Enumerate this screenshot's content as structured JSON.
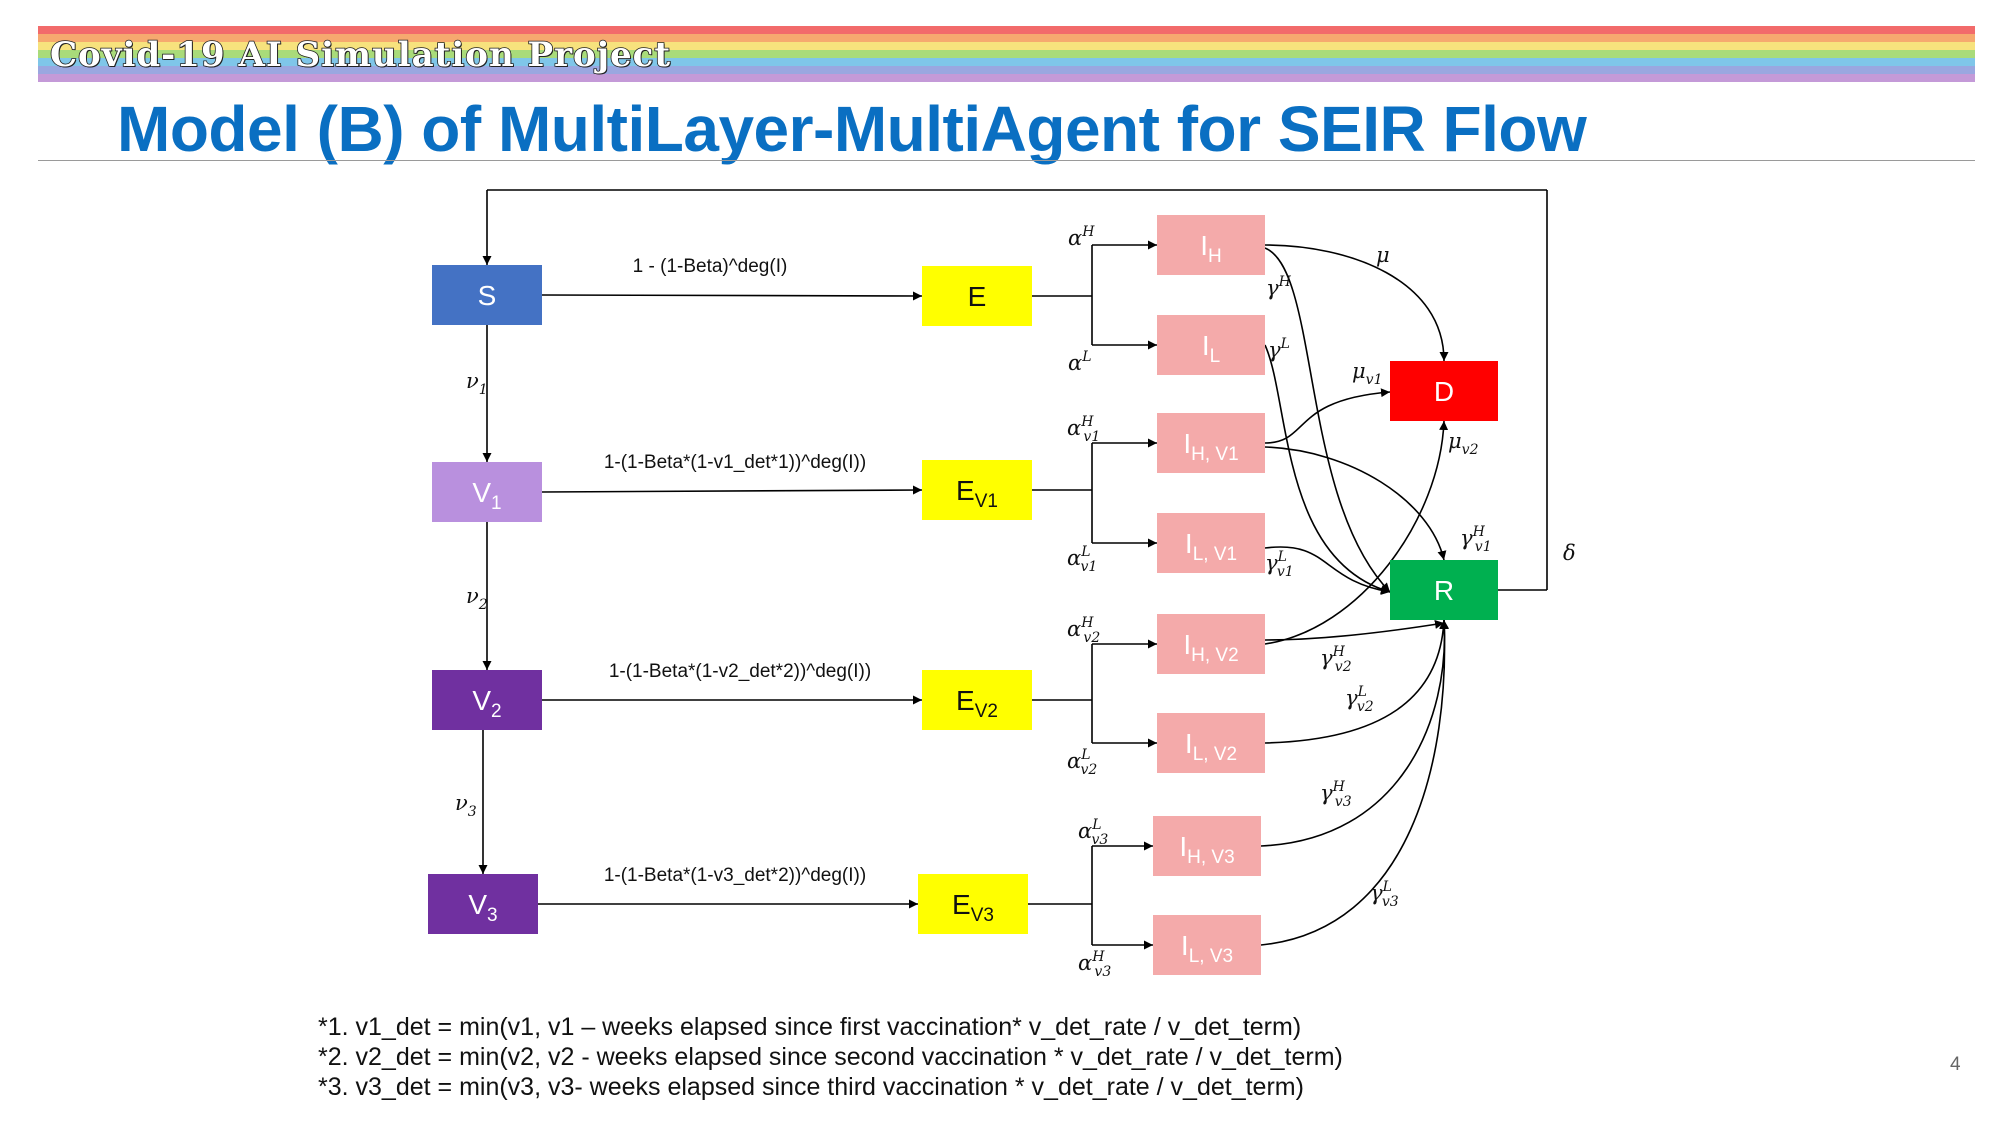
{
  "header": {
    "banner": "Covid-19 AI Simulation Project",
    "title": "Model (B) of MultiLayer-MultiAgent for SEIR Flow",
    "rainbow_colors": [
      "#f26b6b",
      "#f6a96f",
      "#f7e27d",
      "#a9db7a",
      "#7fc6e9",
      "#9aa7e0",
      "#c49ad8"
    ]
  },
  "nodes": {
    "S": {
      "label": "S",
      "sub": "",
      "color": "#4472c4"
    },
    "V1": {
      "label": "V",
      "sub": "1",
      "color": "#b990de"
    },
    "V2": {
      "label": "V",
      "sub": "2",
      "color": "#7030a0"
    },
    "V3": {
      "label": "V",
      "sub": "3",
      "color": "#7030a0"
    },
    "E": {
      "label": "E",
      "sub": "",
      "color": "#ffff00"
    },
    "EV1": {
      "label": "E",
      "sub": "V1",
      "color": "#ffff00"
    },
    "EV2": {
      "label": "E",
      "sub": "V2",
      "color": "#ffff00"
    },
    "EV3": {
      "label": "E",
      "sub": "V3",
      "color": "#ffff00"
    },
    "IH": {
      "label": "I",
      "sub": "H",
      "color": "#f4aaaa"
    },
    "IL": {
      "label": "I",
      "sub": "L",
      "color": "#f4aaaa"
    },
    "IHV1": {
      "label": "I",
      "sub": "H, V1",
      "color": "#f4aaaa"
    },
    "ILV1": {
      "label": "I",
      "sub": "L, V1",
      "color": "#f4aaaa"
    },
    "IHV2": {
      "label": "I",
      "sub": "H, V2",
      "color": "#f4aaaa"
    },
    "ILV2": {
      "label": "I",
      "sub": "L, V2",
      "color": "#f4aaaa"
    },
    "IHV3": {
      "label": "I",
      "sub": "H, V3",
      "color": "#f4aaaa"
    },
    "ILV3": {
      "label": "I",
      "sub": "L, V3",
      "color": "#f4aaaa"
    },
    "D": {
      "label": "D",
      "sub": "",
      "color": "#ff0000"
    },
    "R": {
      "label": "R",
      "sub": "",
      "color": "#00b050"
    }
  },
  "edge_labels": {
    "s_e": "1 - (1-Beta)^deg(I)",
    "v1_ev1": "1-(1-Beta*(1-v1_det*1))^deg(I))",
    "v2_ev2": "1-(1-Beta*(1-v2_det*2))^deg(I))",
    "v3_ev3": "1-(1-Beta*(1-v3_det*2))^deg(I))"
  },
  "greek_labels": {
    "nu1": {
      "base": "ν",
      "sub": "1"
    },
    "nu2": {
      "base": "ν",
      "sub": "2"
    },
    "nu3": {
      "base": "ν",
      "sub": "3"
    },
    "alphaH": {
      "base": "α",
      "sup": "H",
      "sub": ""
    },
    "alphaL": {
      "base": "α",
      "sup": "L",
      "sub": ""
    },
    "alphaHv1": {
      "base": "α",
      "sup": "H",
      "sub": "v1"
    },
    "alphaLv1": {
      "base": "α",
      "sup": "L",
      "sub": "v1"
    },
    "alphaHv2": {
      "base": "α",
      "sup": "H",
      "sub": "v2"
    },
    "alphaLv2": {
      "base": "α",
      "sup": "L",
      "sub": "v2"
    },
    "alphaLv3": {
      "base": "α",
      "sup": "L",
      "sub": "v3"
    },
    "alphaHv3": {
      "base": "α",
      "sup": "H",
      "sub": "v3"
    },
    "gammaH": {
      "base": "γ",
      "sup": "H",
      "sub": ""
    },
    "gammaL": {
      "base": "γ",
      "sup": "L",
      "sub": ""
    },
    "gammaHv1": {
      "base": "γ",
      "sup": "H",
      "sub": "v1"
    },
    "gammaLv1": {
      "base": "γ",
      "sup": "L",
      "sub": "v1"
    },
    "gammaHv2": {
      "base": "γ",
      "sup": "H",
      "sub": "v2"
    },
    "gammaLv2": {
      "base": "γ",
      "sup": "L",
      "sub": "v2"
    },
    "gammaHv3": {
      "base": "γ",
      "sup": "H",
      "sub": "v3"
    },
    "gammaLv3": {
      "base": "γ",
      "sup": "L",
      "sub": "v3"
    },
    "mu": {
      "base": "μ",
      "sup": "",
      "sub": ""
    },
    "muv1": {
      "base": "μ",
      "sup": "",
      "sub": "v1"
    },
    "muv2": {
      "base": "μ",
      "sup": "",
      "sub": "v2"
    },
    "delta": {
      "base": "δ",
      "sup": "",
      "sub": ""
    }
  },
  "footnotes": [
    "*1. v1_det = min(v1, v1 – weeks elapsed since first vaccination* v_det_rate / v_det_term)",
    "*2. v2_det = min(v2, v2 - weeks elapsed since second vaccination * v_det_rate / v_det_term)",
    "*3. v3_det = min(v3, v3- weeks elapsed since third vaccination * v_det_rate / v_det_term)"
  ],
  "page_number": "4"
}
